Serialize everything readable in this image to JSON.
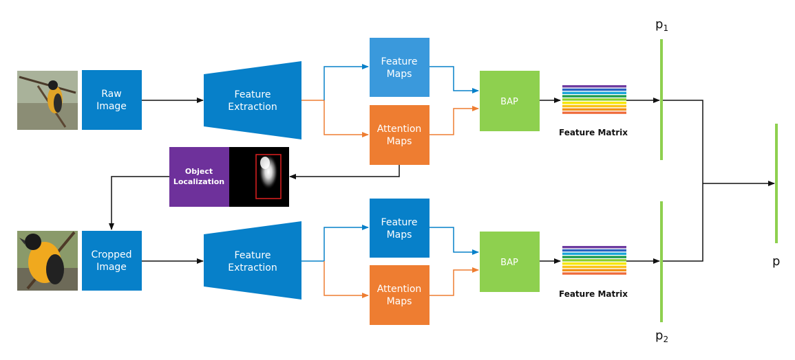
{
  "raw_image": {
    "line1": "Raw",
    "line2": "Image"
  },
  "cropped_image": {
    "line1": "Cropped",
    "line2": "Image"
  },
  "feature_extraction": {
    "line1": "Feature",
    "line2": "Extraction"
  },
  "feature_maps": {
    "line1": "Feature",
    "line2": "Maps"
  },
  "attention_maps": {
    "line1": "Attention",
    "line2": "Maps"
  },
  "bap": "BAP",
  "feature_matrix": "Feature Matrix",
  "object_localization": {
    "line1": "Object",
    "line2": "Localization"
  },
  "p1": {
    "base": "p",
    "sub": "1"
  },
  "p2": {
    "base": "p",
    "sub": "2"
  },
  "p": "p",
  "colors": {
    "blue": "#0780c9",
    "light_blue": "#3a99dc",
    "orange": "#ee7d31",
    "green": "#8ed04f",
    "purple": "#6e319b",
    "prob_bar": "#8ed04f",
    "matrix_stripes": [
      "#6e3ba0",
      "#2a64c0",
      "#1aa6d8",
      "#1e9c4d",
      "#8ccf2e",
      "#f6e700",
      "#fbc316",
      "#f19318",
      "#ee6b3a"
    ]
  }
}
